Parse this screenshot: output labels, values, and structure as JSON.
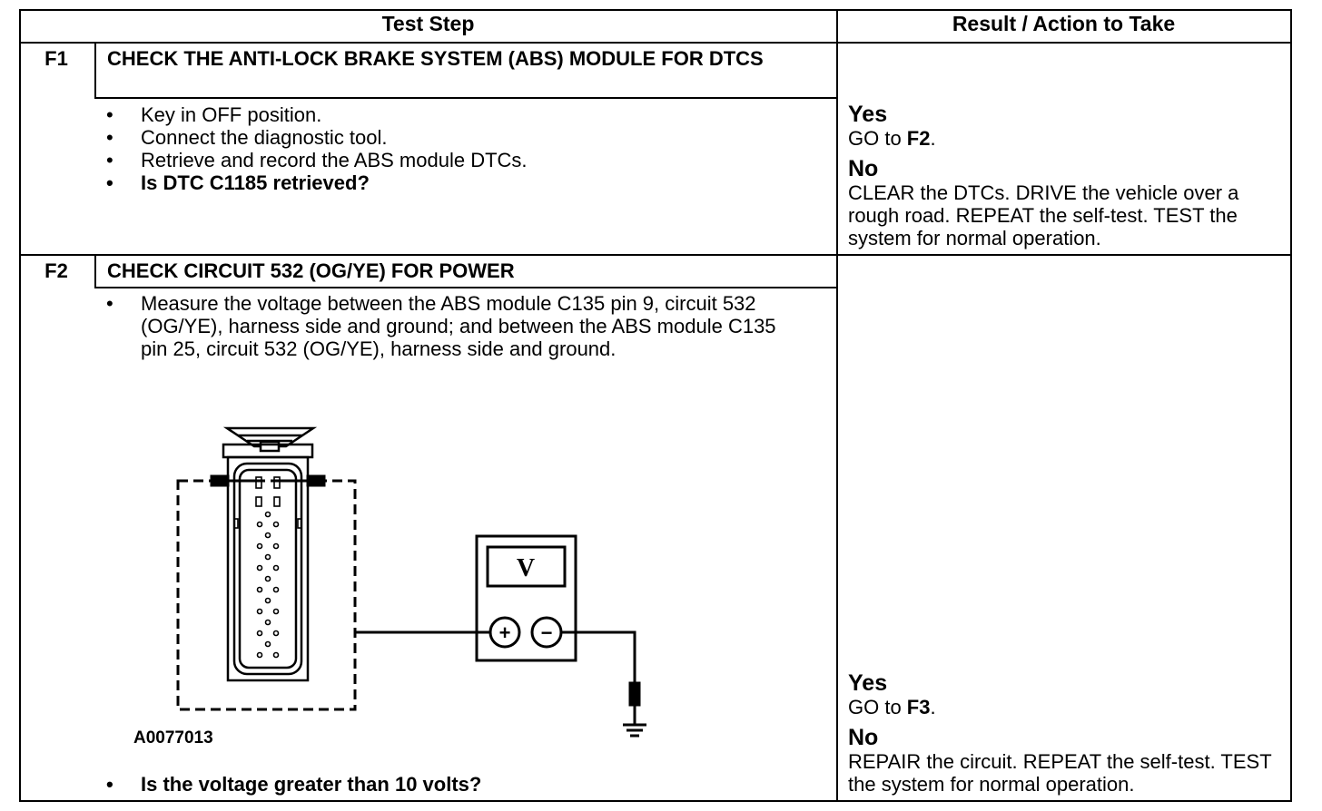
{
  "header": {
    "test_step": "Test Step",
    "result_action": "Result / Action to Take"
  },
  "steps": [
    {
      "id": "F1",
      "title": "CHECK THE ANTI-LOCK BRAKE SYSTEM (ABS) MODULE FOR DTCS",
      "bullets": [
        "Key in OFF position.",
        "Connect the diagnostic tool.",
        "Retrieve and record the ABS module DTCs.",
        "Is DTC C1185 retrieved?"
      ],
      "yes_label": "Yes",
      "yes_pre": "GO to ",
      "yes_target": "F2",
      "yes_post": ".",
      "no_label": "No",
      "no_action": "CLEAR the DTCs. DRIVE the vehicle over a rough road. REPEAT the self-test. TEST the system for normal operation."
    },
    {
      "id": "F2",
      "title": "CHECK CIRCUIT 532 (OG/YE) FOR POWER",
      "bullets": [
        "Measure the voltage between the ABS module C135 pin 9, circuit 532 (OG/YE), harness side and ground; and between the ABS module C135 pin 25, circuit 532 (OG/YE), harness side and ground.",
        "Is the voltage greater than 10 volts?"
      ],
      "figure_id": "A0077013",
      "meter_label": "V",
      "plus_symbol": "+",
      "minus_symbol": "−",
      "yes_label": "Yes",
      "yes_pre": "GO to ",
      "yes_target": "F3",
      "yes_post": ".",
      "no_label": "No",
      "no_action": "REPAIR the circuit. REPEAT the self-test. TEST the system for normal operation."
    }
  ]
}
